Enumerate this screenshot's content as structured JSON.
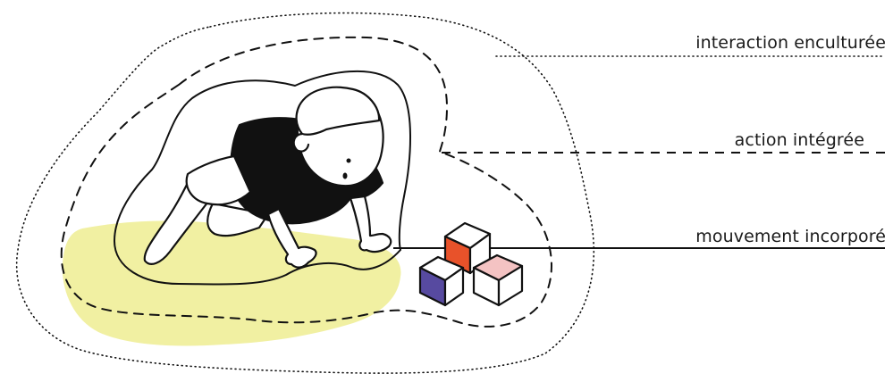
{
  "labels": {
    "enculturated": "interaction enculturée",
    "integrated": "action intégrée",
    "embodied": "mouvement incorporé"
  },
  "colors": {
    "ground": "#F1F0A2",
    "ink": "#111111",
    "cube_top_pink": "#F4C3C3",
    "cube_side_orange": "#E8522A",
    "cube_side_purple": "#574AA0"
  },
  "icons": {
    "figure": "crawling-child-illustration",
    "blocks": "toy-blocks-icon"
  }
}
